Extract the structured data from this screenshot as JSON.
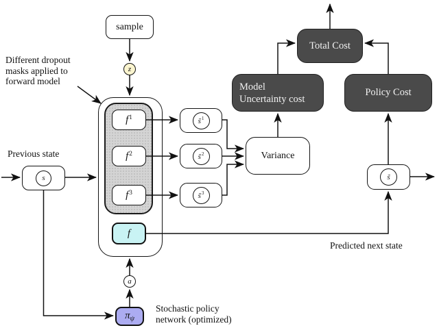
{
  "labels": {
    "sample": "sample",
    "variance": "Variance",
    "total_cost": "Total Cost",
    "policy_cost": "Policy Cost",
    "model_uncertainty_lines": [
      "Model",
      "Uncertainty cost"
    ],
    "f_mean": "f"
  },
  "math": {
    "z": "z",
    "s": "s",
    "a": "a",
    "s_pred_base": "s̃",
    "pi_base": "π",
    "pi_sub": "ψ",
    "forward_models": [
      {
        "base": "f",
        "sup": "1"
      },
      {
        "base": "f",
        "sup": "2"
      },
      {
        "base": "f",
        "sup": "3"
      }
    ],
    "pred_samples": [
      {
        "base": "s̃",
        "sup": "1"
      },
      {
        "base": "s̃",
        "sup": "2"
      },
      {
        "base": "s̃",
        "sup": "3"
      }
    ]
  },
  "annotations": {
    "dropout_lines": [
      "Different dropout",
      "masks applied to",
      "forward model"
    ],
    "previous_state": "Previous state",
    "predicted_next_state": "Predicted next state",
    "policy_note_lines": [
      "Stochastic policy",
      "network (optimized)"
    ]
  },
  "colors": {
    "dark_box": "#4a4a4a",
    "dark_box_border": "#1f1f1f",
    "dark_box_text": "#f1f1f1",
    "z_fill": "#fbf5cf",
    "f_mean_fill": "#c9f3f4",
    "policy_fill": "#acacf1",
    "group_fill": "#d4d4d4",
    "node_border": "#111111",
    "line": "#111111"
  }
}
